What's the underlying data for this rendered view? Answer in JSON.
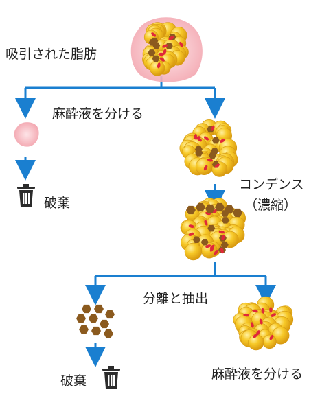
{
  "labels": {
    "suctioned_fat": "吸引された脂肪",
    "separate_anesthetic_top": "麻酔液を分ける",
    "discard_top": "破棄",
    "condense": "コンデンス",
    "condense_paren": "（濃縮）",
    "separate_extract": "分離と抽出",
    "discard_bottom": "破棄",
    "separate_anesthetic_bottom": "麻酔液を分ける"
  },
  "icons": [
    "trash-icon",
    "arrow-down-icon"
  ],
  "colors": {
    "arrow": "#1a7fd0",
    "fat_globule": "#f5c21a",
    "fat_highlight": "#ffe27a",
    "red_cell": "#e0283a",
    "brown_hex": "#8b5a1e",
    "pink_fluid": "#f3a4ad",
    "trash": "#2b2b2b"
  }
}
